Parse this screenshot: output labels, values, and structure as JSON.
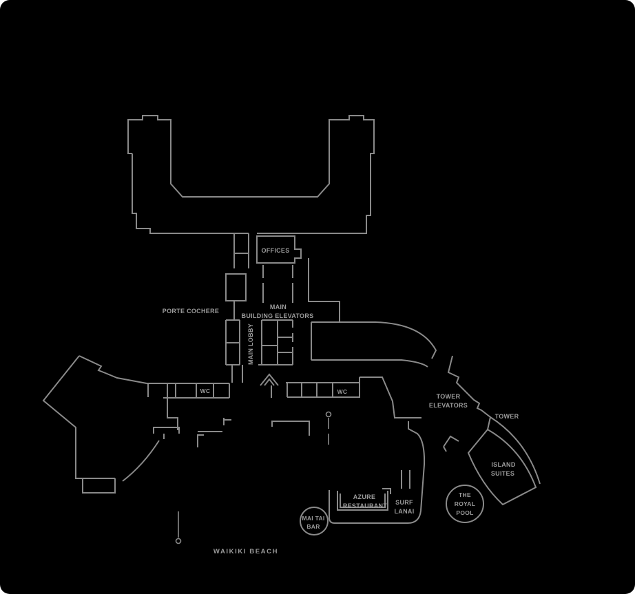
{
  "canvas": {
    "background": "#000000",
    "line_color": "#8a8a8a",
    "text_color": "#9b9b9b"
  },
  "map": {
    "kind": "hotel-resort-floor-plan",
    "labels": {
      "offices": {
        "text": "OFFICES"
      },
      "porte_cochere": {
        "text": "PORTE COCHERE"
      },
      "main_building_elevators": {
        "lines": [
          "MAIN",
          "BUILDING ELEVATORS"
        ]
      },
      "main_lobby": {
        "text": "MAIN LOBBY"
      },
      "wc_left": {
        "text": "WC"
      },
      "wc_right": {
        "text": "WC"
      },
      "tower_elevators": {
        "lines": [
          "TOWER",
          "ELEVATORS"
        ]
      },
      "tower": {
        "text": "TOWER"
      },
      "island_suites": {
        "lines": [
          "ISLAND",
          "SUITES"
        ]
      },
      "azure_restaurant": {
        "lines": [
          "AZURE",
          "RESTAURANT"
        ]
      },
      "surf_lanai": {
        "lines": [
          "SURF",
          "LANAI"
        ]
      },
      "mai_tai_bar": {
        "lines": [
          "MAI TAI",
          "BAR"
        ]
      },
      "royal_pool": {
        "lines": [
          "THE",
          "ROYAL",
          "POOL"
        ]
      },
      "waikiki_beach": {
        "text": "WAIKIKI BEACH"
      }
    }
  }
}
